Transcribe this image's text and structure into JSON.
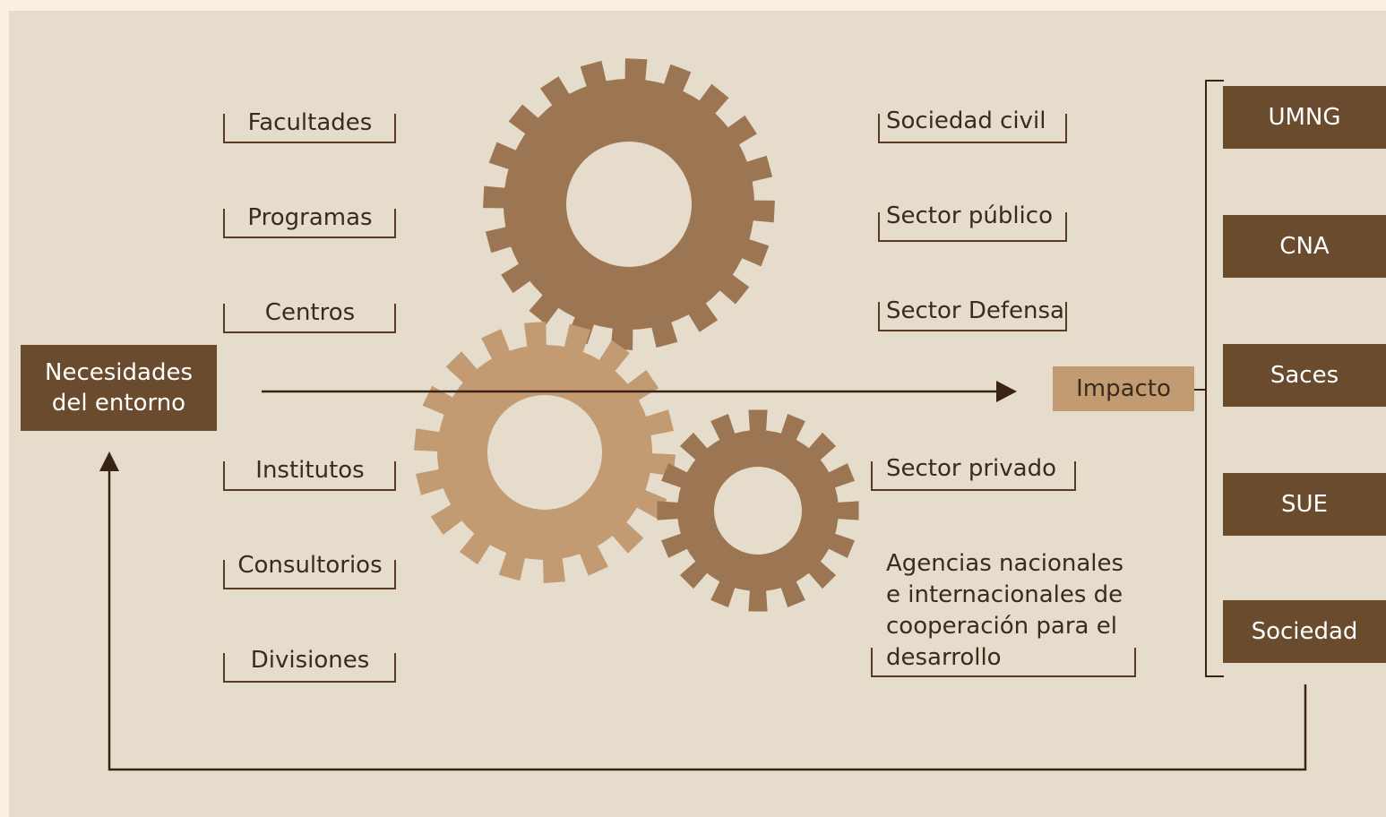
{
  "colors": {
    "page_bg": "#fbeee3",
    "canvas_bg": "#e6dccb",
    "dark_brown": "#6b4b2e",
    "gear_top": "#9c7553",
    "gear_left": "#c29b72",
    "gear_right": "#9c7553",
    "line": "#3a2214",
    "text": "#3a2b1d"
  },
  "left_box": {
    "line1": "Necesidades",
    "line2": "del entorno"
  },
  "left_items": [
    "Facultades",
    "Programas",
    "Centros",
    "Institutos",
    "Consultorios",
    "Divisiones"
  ],
  "right_items": [
    "Sociedad civil",
    "Sector público",
    "Sector Defensa",
    "Sector privado"
  ],
  "agencies": [
    "Agencias nacionales",
    "e internacionales de",
    "cooperación para el",
    "desarrollo"
  ],
  "impact_box": "Impacto",
  "stakeholders": [
    "UMNG",
    "CNA",
    "Saces",
    "SUE",
    "Sociedad"
  ],
  "icons": [
    "gear-icon",
    "arrow-right-icon",
    "arrow-up-icon"
  ]
}
